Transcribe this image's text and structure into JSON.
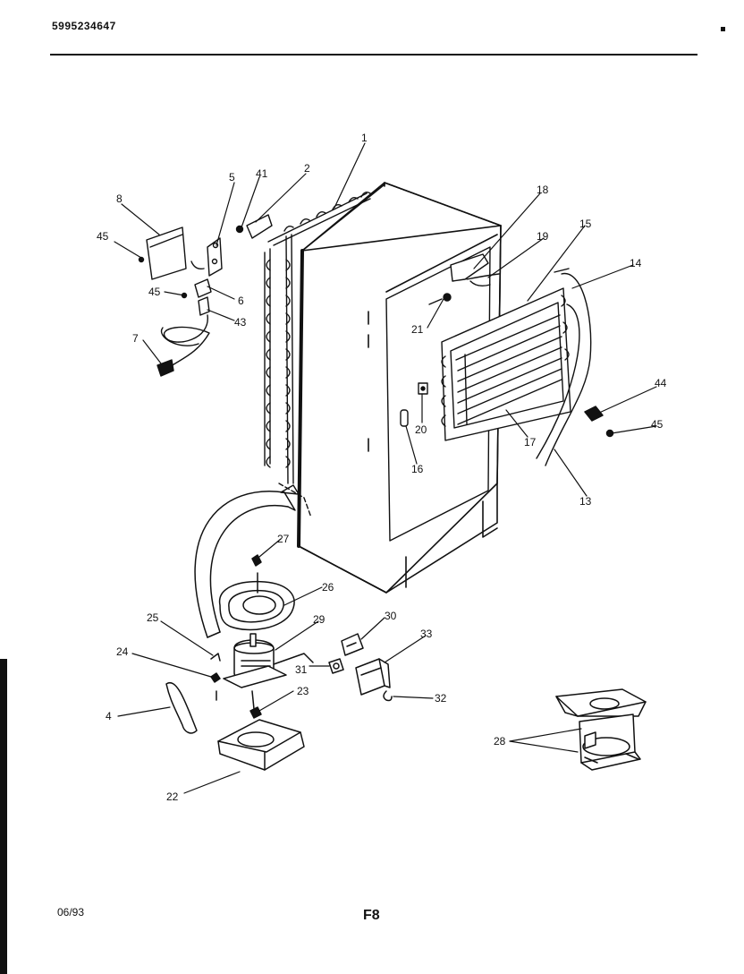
{
  "header": {
    "part_number": "5995234647"
  },
  "footer": {
    "date": "06/93",
    "page": "F8"
  },
  "callouts": [
    {
      "id": "c1",
      "text": "1"
    },
    {
      "id": "c2",
      "text": "2"
    },
    {
      "id": "c41",
      "text": "41"
    },
    {
      "id": "c5",
      "text": "5"
    },
    {
      "id": "c8",
      "text": "8"
    },
    {
      "id": "c45a",
      "text": "45"
    },
    {
      "id": "c45b",
      "text": "45"
    },
    {
      "id": "c6",
      "text": "6"
    },
    {
      "id": "c43",
      "text": "43"
    },
    {
      "id": "c7",
      "text": "7"
    },
    {
      "id": "c18",
      "text": "18"
    },
    {
      "id": "c19",
      "text": "19"
    },
    {
      "id": "c15",
      "text": "15"
    },
    {
      "id": "c14",
      "text": "14"
    },
    {
      "id": "c21",
      "text": "21"
    },
    {
      "id": "c20",
      "text": "20"
    },
    {
      "id": "c16",
      "text": "16"
    },
    {
      "id": "c17",
      "text": "17"
    },
    {
      "id": "c13",
      "text": "13"
    },
    {
      "id": "c44",
      "text": "44"
    },
    {
      "id": "c45c",
      "text": "45"
    },
    {
      "id": "c27",
      "text": "27"
    },
    {
      "id": "c26",
      "text": "26"
    },
    {
      "id": "c25",
      "text": "25"
    },
    {
      "id": "c29",
      "text": "29"
    },
    {
      "id": "c30",
      "text": "30"
    },
    {
      "id": "c24",
      "text": "24"
    },
    {
      "id": "c31",
      "text": "31"
    },
    {
      "id": "c33",
      "text": "33"
    },
    {
      "id": "c23",
      "text": "23"
    },
    {
      "id": "c32",
      "text": "32"
    },
    {
      "id": "c4",
      "text": "4"
    },
    {
      "id": "c28",
      "text": "28"
    },
    {
      "id": "c22",
      "text": "22"
    }
  ]
}
